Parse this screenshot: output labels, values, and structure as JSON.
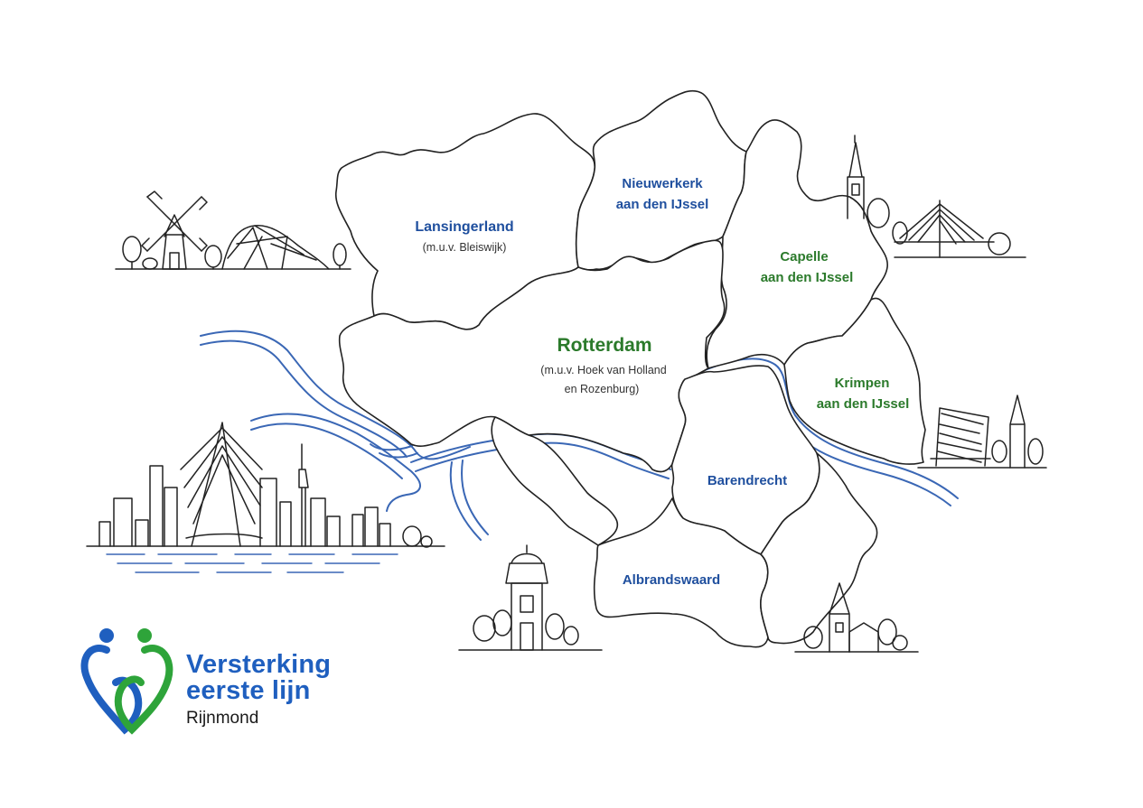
{
  "colors": {
    "blue_label": "#1f4f9e",
    "green_label": "#2b7a2b",
    "river": "#3a67b5",
    "outline": "#222222",
    "logo_blue": "#1f5fbf",
    "logo_green": "#2ea43a"
  },
  "regions": {
    "lansingerland": {
      "name": "Lansingerland",
      "note": "(m.u.v. Bleiswijk)"
    },
    "nieuwerkerk": {
      "line1": "Nieuwerkerk",
      "line2": "aan den IJssel"
    },
    "capelle": {
      "line1": "Capelle",
      "line2": "aan den IJssel"
    },
    "rotterdam": {
      "name": "Rotterdam",
      "note1": "(m.u.v. Hoek van Holland",
      "note2": "en Rozenburg)"
    },
    "krimpen": {
      "line1": "Krimpen",
      "line2": "aan den IJssel"
    },
    "barendrecht": {
      "name": "Barendrecht"
    },
    "albrandswaard": {
      "name": "Albrandswaard"
    }
  },
  "landmarks": [
    "windmill-icon",
    "pavilion-icon",
    "church-tower-icon",
    "cable-bridge-icon",
    "erasmus-bridge-skyline-icon",
    "water-tower-icon",
    "lift-bridge-icon",
    "village-church-icon"
  ],
  "logo": {
    "line1": "Versterking",
    "line2": "eerste lijn",
    "line3": "Rijnmond"
  }
}
